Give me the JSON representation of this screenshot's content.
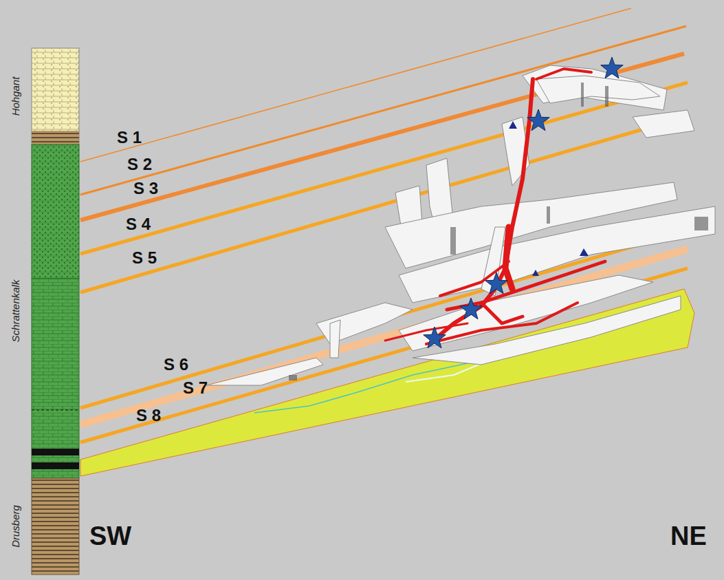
{
  "diagram": {
    "nodes": [
      {
        "text": [
          "Hohgant"
        ]
      },
      {
        "text": [
          "Schrattenkalk"
        ]
      },
      {
        "text": [
          "Drusberg"
        ]
      }
    ],
    "labels": [
      "S 1",
      "S 2",
      "S 3",
      "S 4",
      "S 5",
      "S 6",
      "S 7",
      "S 8",
      "SW",
      "NE"
    ]
  }
}
